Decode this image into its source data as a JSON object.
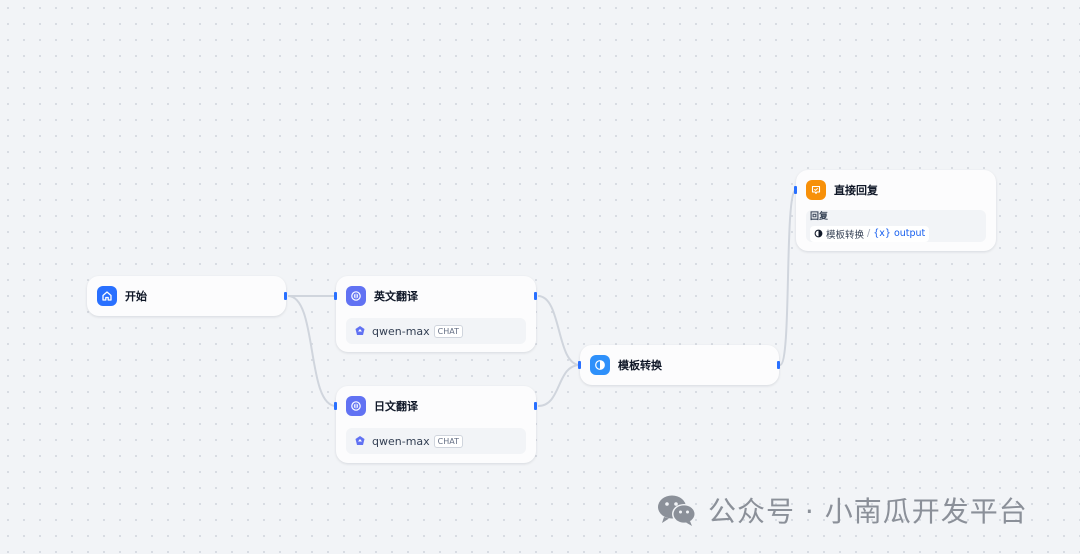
{
  "nodes": {
    "start": {
      "title": "开始",
      "icon": "home-icon",
      "color": "#2970ff"
    },
    "english_translate": {
      "title": "英文翻译",
      "icon": "llm-icon",
      "color": "#6172f3",
      "model": "qwen-max",
      "mode": "CHAT"
    },
    "japanese_translate": {
      "title": "日文翻译",
      "icon": "llm-icon",
      "color": "#6172f3",
      "model": "qwen-max",
      "mode": "CHAT"
    },
    "template_transform": {
      "title": "模板转换",
      "icon": "template-icon",
      "color": "#2e90fa"
    },
    "direct_reply": {
      "title": "直接回复",
      "icon": "reply-icon",
      "color": "#f79009",
      "reply_label": "回复",
      "variable": {
        "node": "模板转换",
        "separator": "/",
        "name": "{x} output"
      }
    }
  },
  "edges": [
    [
      "start",
      "english_translate"
    ],
    [
      "start",
      "japanese_translate"
    ],
    [
      "english_translate",
      "template_transform"
    ],
    [
      "japanese_translate",
      "template_transform"
    ],
    [
      "template_transform",
      "direct_reply"
    ]
  ],
  "watermark": {
    "text": "公众号 · 小南瓜开发平台",
    "icon": "wechat-icon"
  },
  "colors": {
    "handle": "#2970ff",
    "edge": "#d0d5dd",
    "canvas": "#f2f4f7"
  }
}
